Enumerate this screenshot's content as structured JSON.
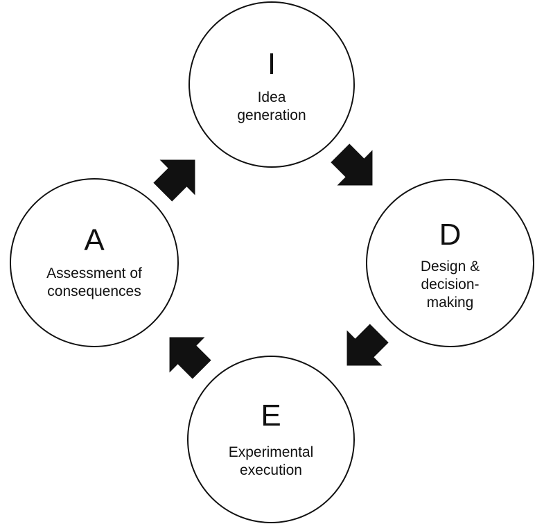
{
  "nodes": {
    "idea": {
      "letter": "I",
      "lines": [
        "Idea",
        "generation"
      ]
    },
    "design": {
      "letter": "D",
      "lines": [
        "Design &",
        "decision-",
        "making"
      ]
    },
    "experiment": {
      "letter": "E",
      "lines": [
        "Experimental",
        "execution"
      ]
    },
    "assessment": {
      "letter": "A",
      "lines": [
        "Assessment of",
        "consequences"
      ]
    }
  },
  "colors": {
    "stroke": "#111111",
    "arrow": "#111111",
    "background": "#ffffff"
  }
}
